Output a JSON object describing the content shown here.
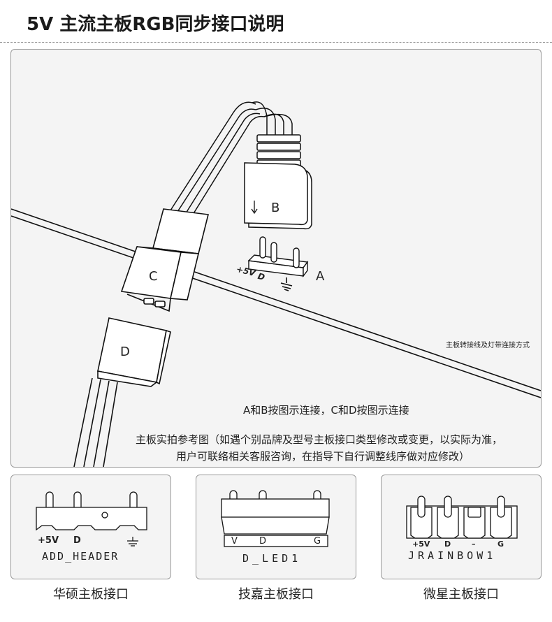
{
  "title": "5V 主流主板RGB同步接口说明",
  "main_diagram": {
    "label_a": "A",
    "label_b": "B",
    "label_c": "C",
    "label_d": "D",
    "pin_plus5v": "+5V",
    "pin_d": "D",
    "side_note": "主板转接线及灯带连接方式",
    "line1": "A和B按图示连接，C和D按图示连接",
    "line2": "主板实拍参考图（如遇个别品牌及型号主板接口类型修改或变更，以实际为准，",
    "line3": "用户可联络相关客服咨询，在指导下自行调整线序做对应修改）"
  },
  "headers": [
    {
      "caption": "华硕主板接口",
      "name": "ADD_HEADER",
      "pins": [
        "+5V",
        "D",
        ""
      ]
    },
    {
      "caption": "技嘉主板接口",
      "name": "D_LED1",
      "pins": [
        "V",
        "D",
        "G"
      ]
    },
    {
      "caption": "微星主板接口",
      "name": "JRAINBOW1",
      "pins": [
        "+5V",
        "D",
        "–",
        "G"
      ]
    }
  ]
}
